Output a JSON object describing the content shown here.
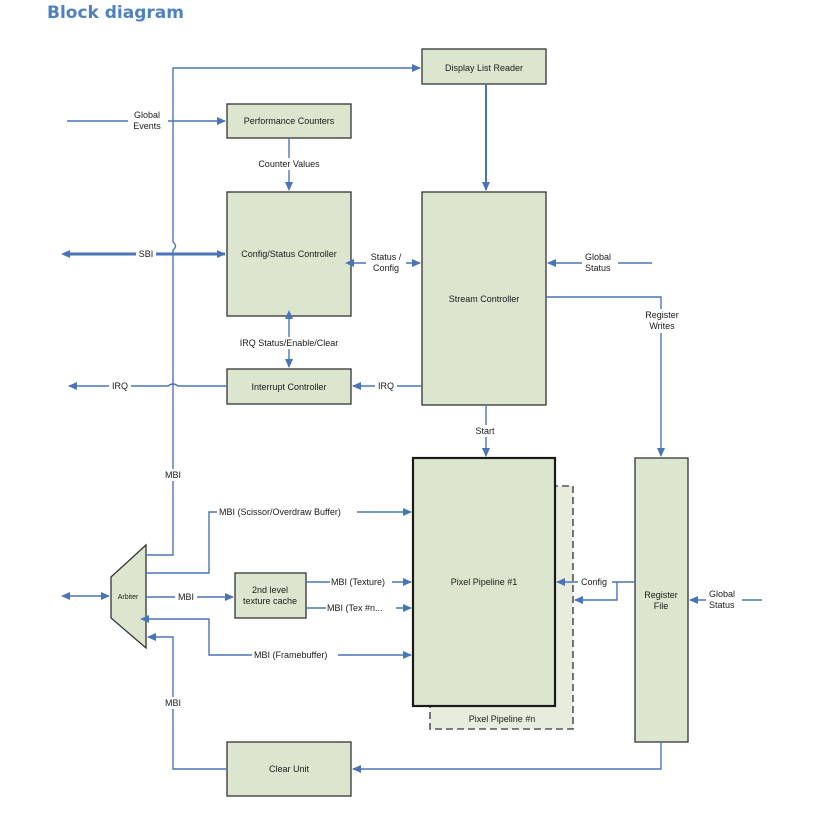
{
  "title": "Block diagram",
  "blocks": {
    "display_list_reader": "Display List Reader",
    "performance_counters": "Performance Counters",
    "config_status_controller": "Config/Status Controller",
    "stream_controller": "Stream Controller",
    "interrupt_controller": "Interrupt Controller",
    "pixel_pipeline_1": "Pixel Pipeline #1",
    "pixel_pipeline_n": "Pixel Pipeline #n",
    "register_file": [
      "Register",
      "File"
    ],
    "texture_cache": [
      "2nd level",
      "texture cache"
    ],
    "arbiter": "Arbiter",
    "clear_unit": "Clear Unit"
  },
  "labels": {
    "global_events": [
      "Global",
      "Events"
    ],
    "counter_values": "Counter Values",
    "sbi": "SBI",
    "status_config": [
      "Status /",
      "Config"
    ],
    "global_status_stream": [
      "Global",
      "Status"
    ],
    "register_writes": [
      "Register",
      "Writes"
    ],
    "irq_status": "IRQ Status/Enable/Clear",
    "irq_out": "IRQ",
    "irq_in": "IRQ",
    "start": "Start",
    "mbi_top": "MBI",
    "mbi_scissor": "MBI (Scissor/Overdraw Buffer)",
    "mbi_texture": "MBI (Texture)",
    "mbi_tex_n": "MBI (Tex #n...",
    "mbi_arbiter": "MBI",
    "mbi_framebuffer": "MBI (Framebuffer)",
    "config": "Config",
    "global_status_register": [
      "Global",
      "Status"
    ],
    "mbi_bottom": "MBI"
  }
}
